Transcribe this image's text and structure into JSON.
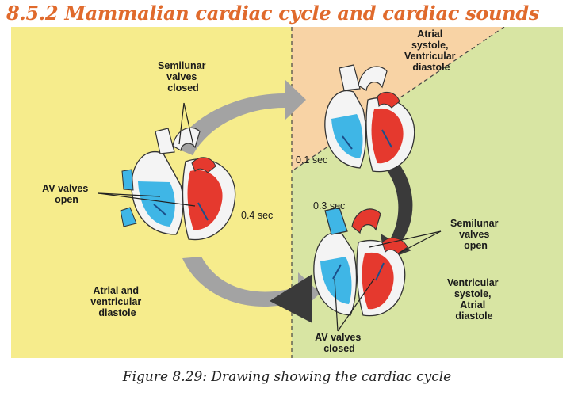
{
  "heading": "8.5.2 Mammalian cardiac cycle and cardiac sounds",
  "caption": "Figure 8.29: Drawing showing the cardiac cycle",
  "phases": {
    "atrial_systole": [
      "Atrial",
      "systole,",
      "Ventricular",
      "diastole"
    ],
    "ventricular_systole": [
      "Ventricular",
      "systole,",
      "Atrial",
      "diastole"
    ],
    "joint_diastole": [
      "Atrial and",
      "ventricular",
      "diastole"
    ]
  },
  "labels": {
    "semilunar_closed": [
      "Semilunar",
      "valves",
      "closed"
    ],
    "semilunar_open": [
      "Semilunar",
      "valves",
      "open"
    ],
    "av_open": [
      "AV valves",
      "open"
    ],
    "av_closed": [
      "AV valves",
      "closed"
    ]
  },
  "timings": {
    "t1": "0.1 sec",
    "t2": "0.3 sec",
    "t3": "0.4 sec"
  },
  "colors": {
    "left_panel": "#f6ec8c",
    "top_right_panel": "#f8d3a5",
    "bottom_right_panel": "#d8e5a3",
    "deoxygenated": "#3fb6e6",
    "oxygenated": "#e5392e",
    "arrow_grey": "#a3a3a3",
    "arrow_dark": "#3a3a3a",
    "heading": "#e06a2c"
  }
}
